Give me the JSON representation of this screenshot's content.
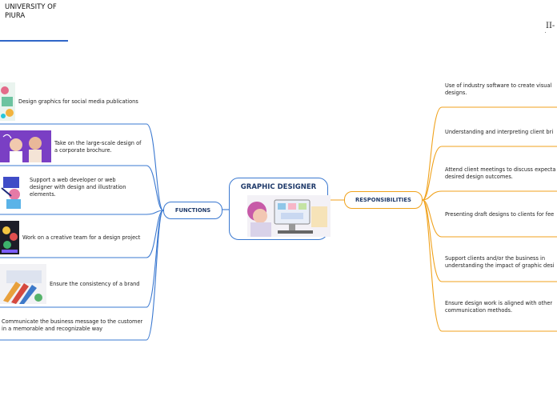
{
  "header": {
    "university": "UNIVERSITY OF PIURA",
    "corner_text": "II-"
  },
  "center": {
    "title": "GRAPHIC DESIGNER",
    "image_icon": "designer-at-monitor-illustration"
  },
  "functions": {
    "label": "FUNCTIONS",
    "color": "#3a78d0",
    "items": [
      {
        "text": "Design graphics for social media publications",
        "icon": "social-media-graphics-thumbnail"
      },
      {
        "text": "Take on the large-scale design of a corporate brochure.",
        "icon": "team-brochure-thumbnail"
      },
      {
        "text": "Support a web developer or web designer with design and illustration elements.",
        "icon": "web-illustration-thumbnail"
      },
      {
        "text": "Work on a creative team for a design project",
        "icon": "creative-team-thumbnail"
      },
      {
        "text": "Ensure the consistency of a brand",
        "icon": "brand-color-swatches-thumbnail"
      },
      {
        "text": "Communicate the business message to the customer in a memorable and recognizable way",
        "icon": ""
      }
    ]
  },
  "responsibilities": {
    "label": "RESPONSIBILITIES",
    "color": "#f0a21c",
    "items": [
      {
        "text": "Use of industry software to create visual designs."
      },
      {
        "text": "Understanding and interpreting client bri"
      },
      {
        "text": "Attend client meetings to discuss expecta desired design outcomes."
      },
      {
        "text": "Presenting draft designs to clients for fee"
      },
      {
        "text": "Support clients and/or the business in understanding the impact of graphic desi"
      },
      {
        "text": "Ensure design work is aligned with other communication methods."
      }
    ]
  }
}
